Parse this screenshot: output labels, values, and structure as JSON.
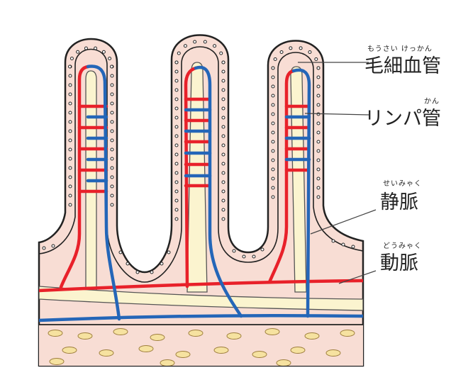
{
  "colors": {
    "tissue": "#f8ddd4",
    "outline": "#222222",
    "artery": "#e8212a",
    "vein": "#2466b8",
    "lymph": "#fbf4cf",
    "fat": "#f6e2a0"
  },
  "labels": {
    "capillary": {
      "text": "毛細血管",
      "ruby": "もうさい けっかん"
    },
    "lymph": {
      "text": "リンパ管",
      "ruby": "かん"
    },
    "vein": {
      "text": "静脈",
      "ruby": "せいみゃく"
    },
    "artery": {
      "text": "動脈",
      "ruby": "どうみゃく"
    }
  }
}
